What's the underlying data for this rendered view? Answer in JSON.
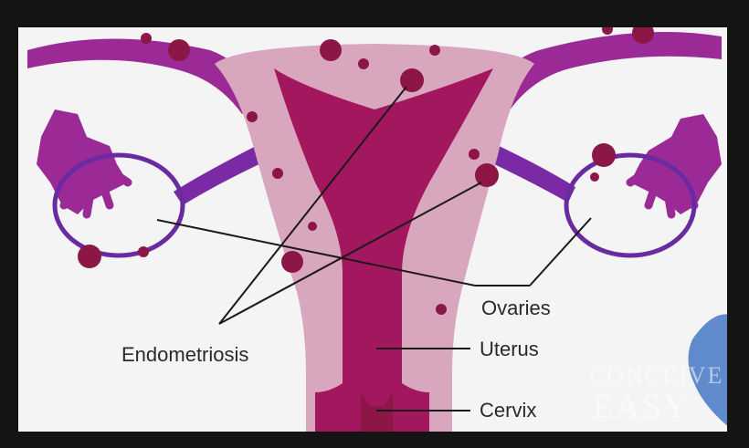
{
  "labels": {
    "ovaries": "Ovaries",
    "endometriosis": "Endometriosis",
    "uterus": "Uterus",
    "cervix": "Cervix"
  },
  "watermark": {
    "line1": "CONCEIVE",
    "line2": "EASY"
  },
  "colors": {
    "uterus_dark": "#a3175e",
    "uterus_light": "#d9a7bd",
    "tube": "#9b2a97",
    "ovary_outline": "#6a2aa0",
    "lesion": "#8c1747",
    "paper": "#f4f4f4",
    "frame": "#141414",
    "blue_smudge": "#4f7fc9"
  }
}
